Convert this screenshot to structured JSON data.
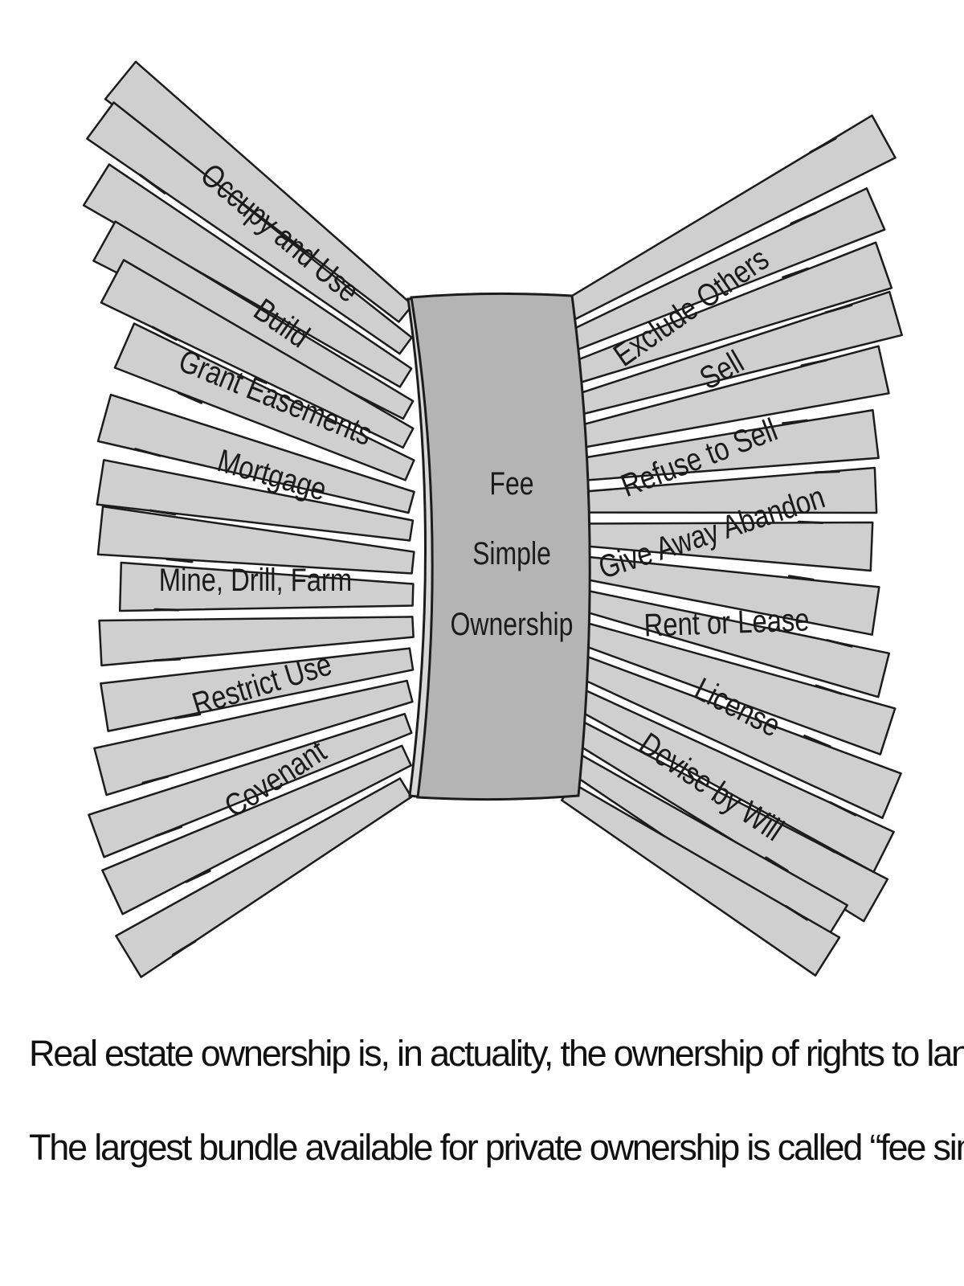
{
  "diagram": {
    "left_rights": [
      "Occupy and Use",
      "Build",
      "Grant Easements",
      "Mortgage",
      "Mine, Drill, Farm",
      "Restrict Use",
      "Covenant"
    ],
    "right_rights": [
      "Exclude Others",
      "Sell",
      "Refuse to Sell",
      "Give Away Abandon",
      "Rent or Lease",
      "License",
      "Devise by Will"
    ],
    "center": {
      "line1": "Fee",
      "line2": "Simple",
      "line3": "Ownership"
    }
  },
  "caption": {
    "line1": "Real estate ownership is, in actuality, the ownership of rights to land.",
    "line2": "The largest bundle available for private ownership is called “fee simple”."
  }
}
